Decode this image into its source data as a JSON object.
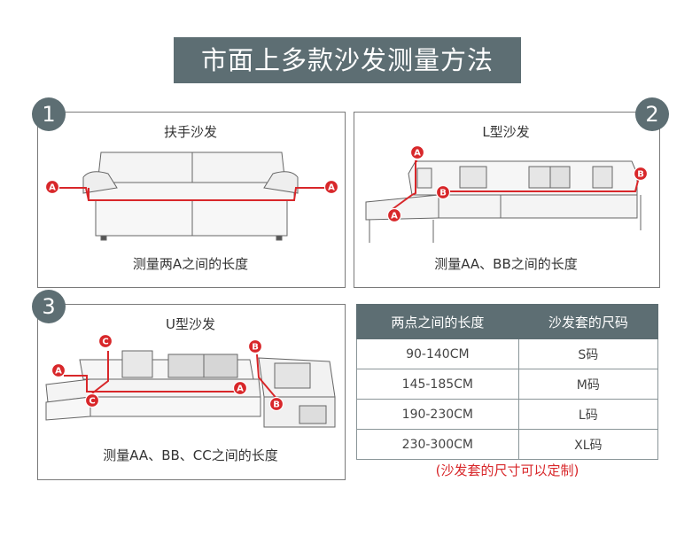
{
  "banner": {
    "title": "市面上多款沙发测量方法"
  },
  "panels": [
    {
      "number": "1",
      "title": "扶手沙发",
      "caption": "测量两A之间的长度"
    },
    {
      "number": "2",
      "title": "L型沙发",
      "caption": "测量AA、BB之间的长度"
    },
    {
      "number": "3",
      "title": "U型沙发",
      "caption": "测量AA、BB、CC之间的长度"
    }
  ],
  "markers": {
    "a": "A",
    "b": "B",
    "c": "C"
  },
  "size_table": {
    "headers": [
      "两点之间的长度",
      "沙发套的尺码"
    ],
    "rows": [
      [
        "90-140CM",
        "S码"
      ],
      [
        "145-185CM",
        "M码"
      ],
      [
        "190-230CM",
        "L码"
      ],
      [
        "230-300CM",
        "XL码"
      ]
    ]
  },
  "note": "(沙发套的尺寸可以定制)",
  "colors": {
    "accent": "#5d6e73",
    "marker": "#d8272a"
  }
}
